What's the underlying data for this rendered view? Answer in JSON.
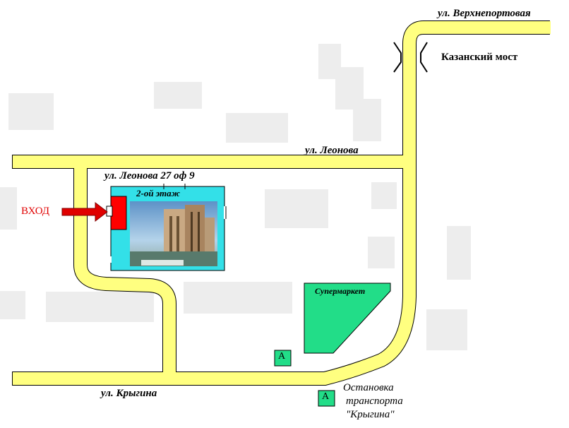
{
  "map": {
    "streets": {
      "verkhneportovaya": "ул. Верхнепортовая",
      "leonova": "ул. Леонова",
      "krygina": "ул. Крыгина"
    },
    "bridge_label": "Казанский мост",
    "address": "ул. Леонова 27 оф 9",
    "floor": "2-ой этаж",
    "entrance": "ВХОД",
    "supermarket": "Супермаркет",
    "bus_stop_letter": "А",
    "bus_stop": {
      "line1": "Остановка",
      "line2": "транспорта",
      "line3": "\"Крыгина\""
    },
    "colors": {
      "road_fill": "#ffff80",
      "road_outline": "#000000",
      "block": "#ededed",
      "office": "#33e0e8",
      "entrance": "#ff0000",
      "supermarket": "#22dd88",
      "bus_stop": "#22dd88"
    }
  }
}
